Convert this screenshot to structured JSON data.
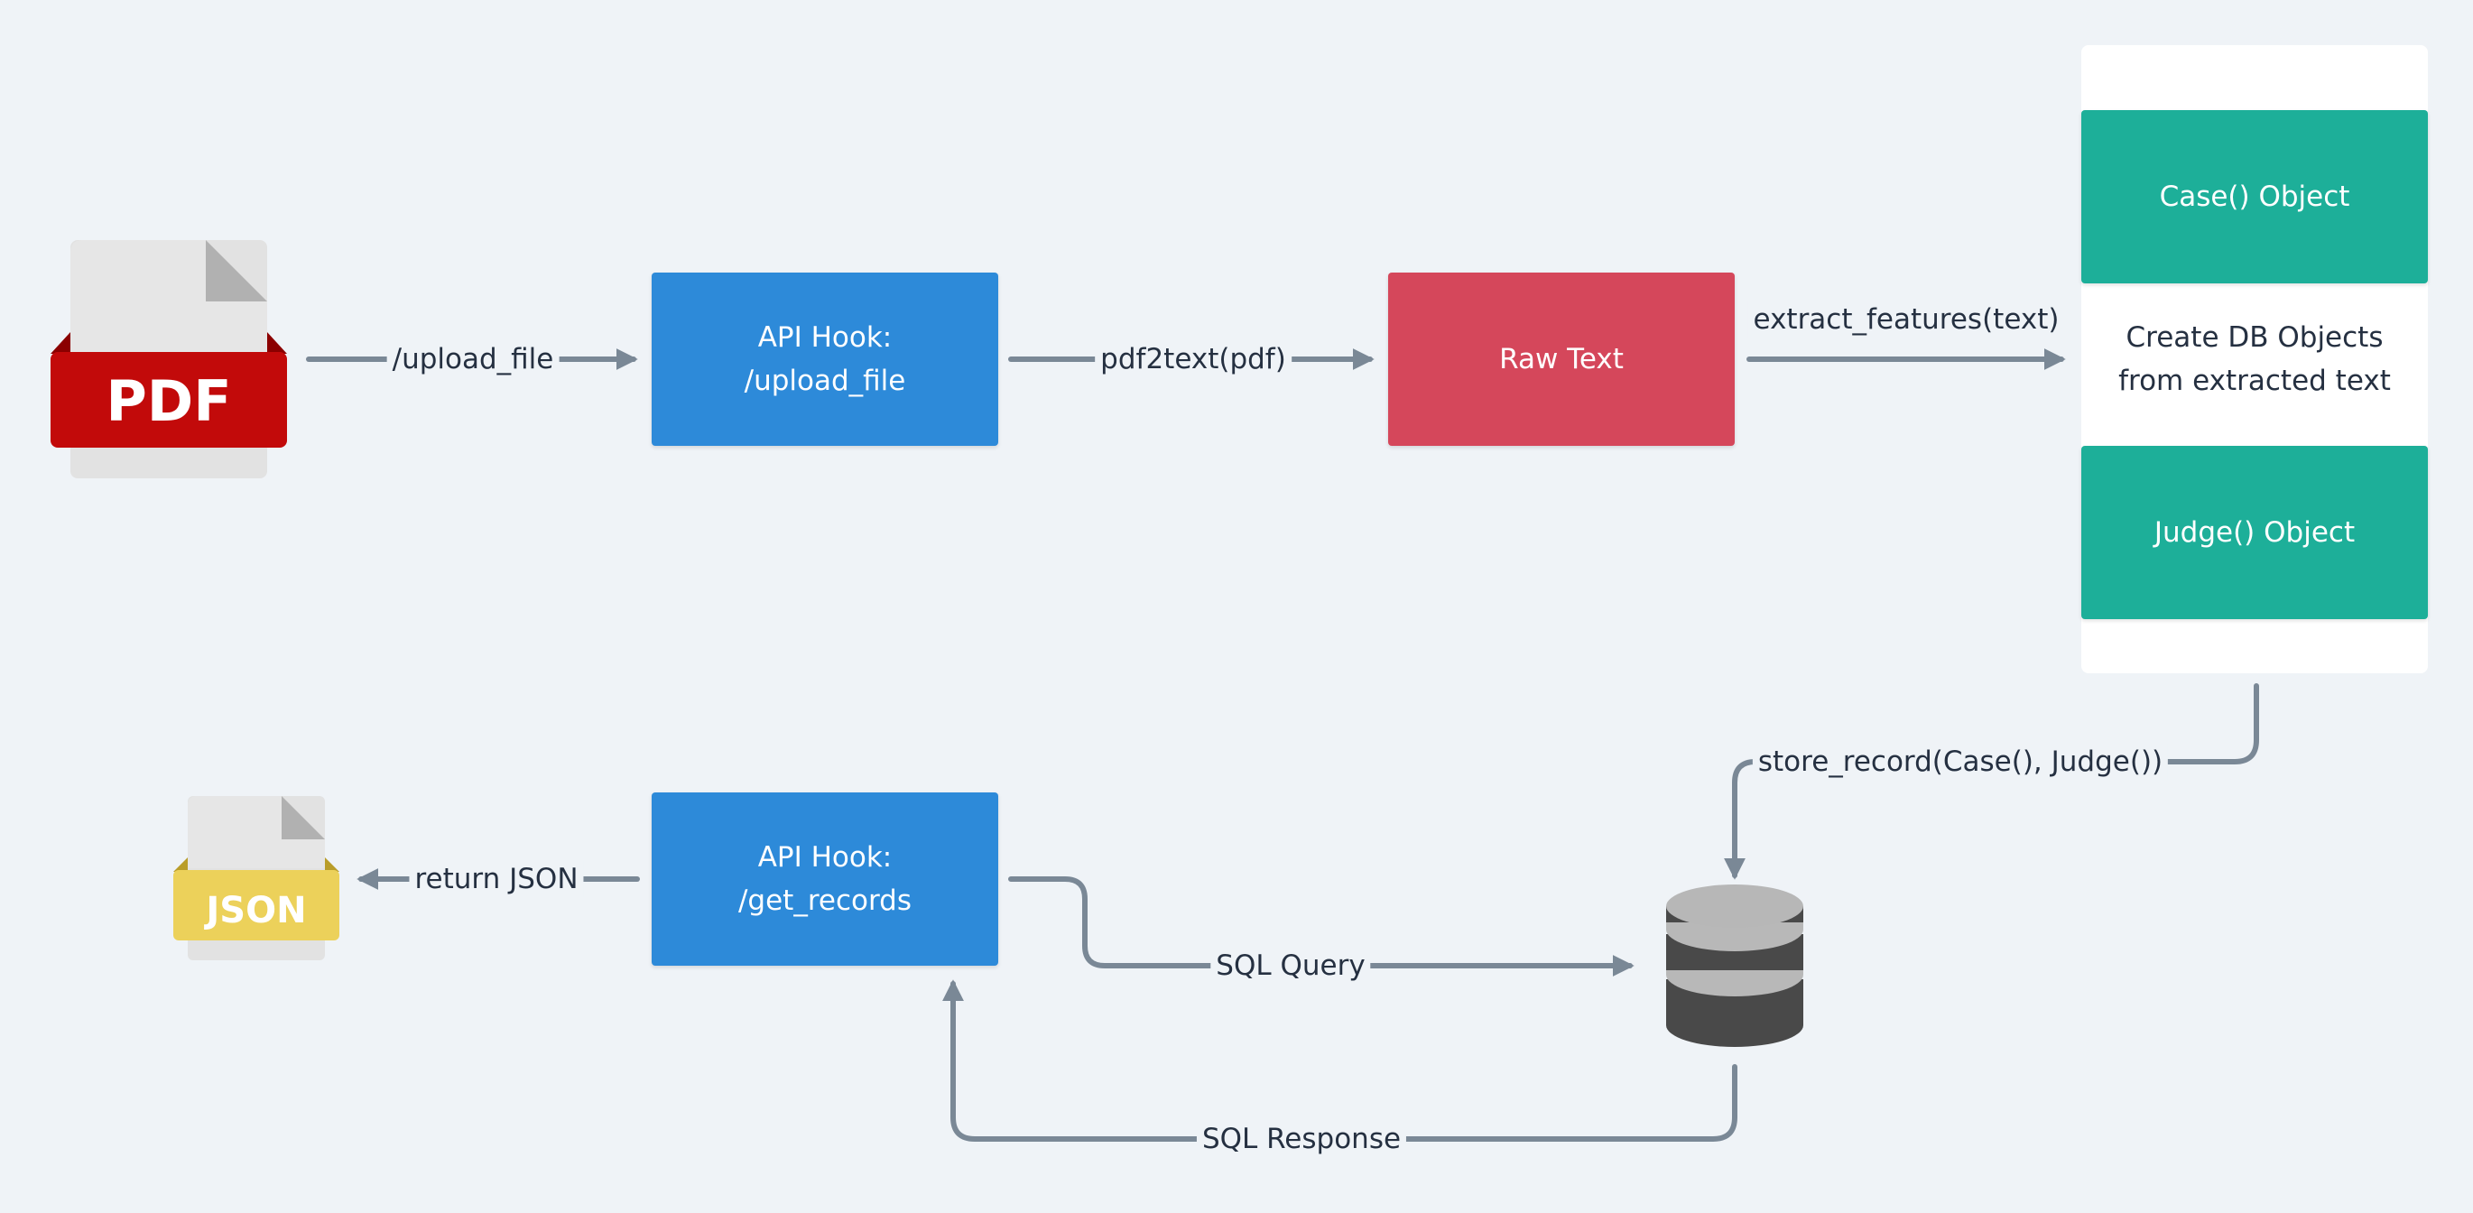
{
  "nodes": {
    "upload_hook": {
      "line1": "API Hook:",
      "line2": "/upload_file"
    },
    "raw_text": {
      "label": "Raw Text"
    },
    "case_object": {
      "label": "Case() Object"
    },
    "judge_object": {
      "label": "Judge() Object"
    },
    "create_db_objects": {
      "line1": "Create DB Objects",
      "line2": "from extracted text"
    },
    "get_records_hook": {
      "line1": "API Hook:",
      "line2": "/get_records"
    }
  },
  "icons": {
    "pdf": {
      "icon": "pdf-file-icon",
      "label": "PDF",
      "color": "#c20a0a"
    },
    "json": {
      "icon": "json-file-icon",
      "label": "JSON",
      "color": "#ecd15a"
    },
    "database": {
      "icon": "database-icon"
    }
  },
  "edges": {
    "upload_file": "/upload_file",
    "pdf2text": "pdf2text(pdf)",
    "extract_features": "extract_features(text)",
    "store_record": "store_record(Case(), Judge())",
    "return_json": "return JSON",
    "sql_query": "SQL Query",
    "sql_response": "SQL Response"
  },
  "colors": {
    "background": "#eff3f7",
    "api_hook": "#2d8ad9",
    "raw_text": "#d5475b",
    "objects": "#1daf99",
    "arrow": "#7a8896",
    "text": "#253041"
  }
}
